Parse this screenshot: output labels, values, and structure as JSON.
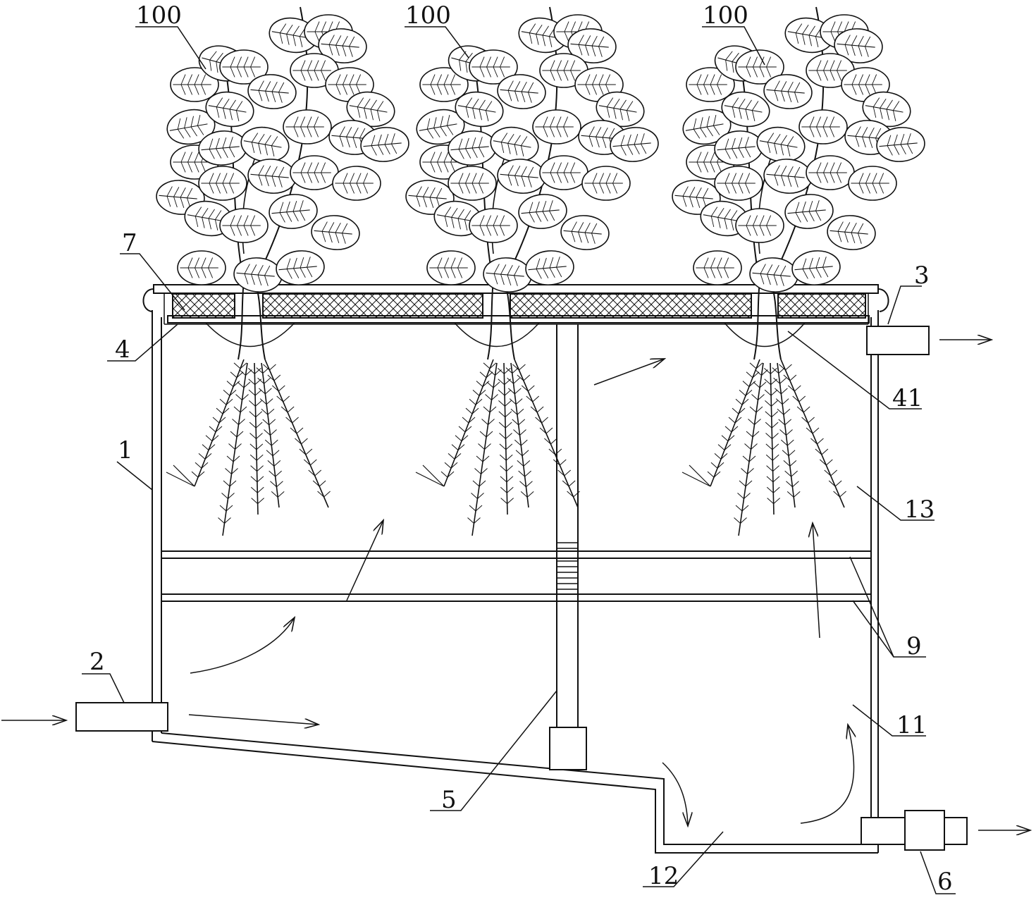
{
  "labels": {
    "plant_left": "100",
    "plant_mid": "100",
    "plant_right": "100",
    "sponge": "7",
    "float_plate": "4",
    "outlet": "3",
    "cup": "41",
    "tank": "1",
    "upper_chamber": "13",
    "inlet": "2",
    "partitions": "9",
    "column": "5",
    "lower_chamber": "11",
    "sump": "12",
    "drain_valve": "6"
  }
}
